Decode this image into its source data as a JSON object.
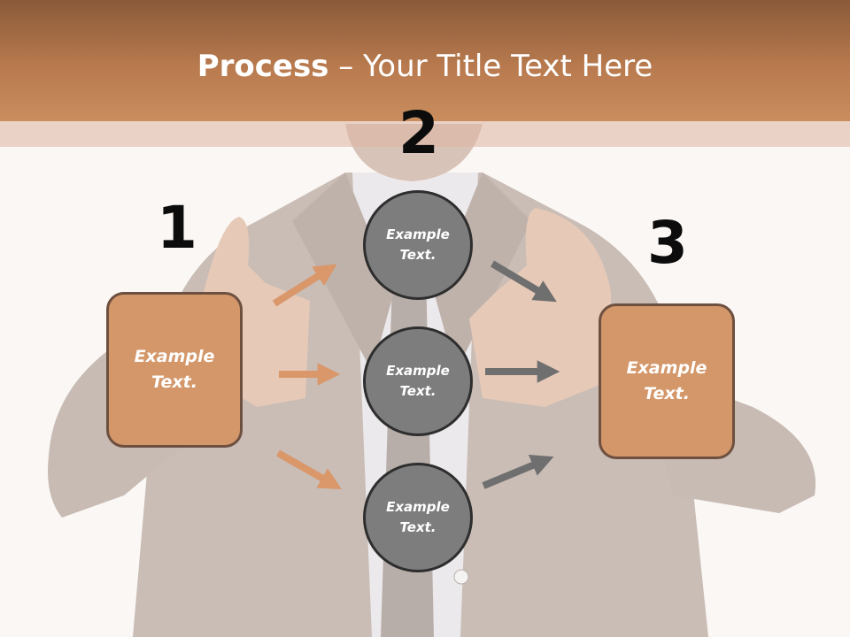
{
  "slide": {
    "title_bold": "Process",
    "title_rest": " – Your Title Text Here",
    "numbers": [
      "1",
      "2",
      "3"
    ],
    "box_left_text": "Example Text.",
    "box_right_text": "Example Text.",
    "circles": [
      {
        "text": "Example Text."
      },
      {
        "text": "Example Text."
      },
      {
        "text": "Example Text."
      }
    ]
  },
  "colors": {
    "header": "#b87a4e",
    "box_fill": "#d4976a",
    "box_border": "#6e5040",
    "circle_fill": "#7d7d7d",
    "orange_arrow": "#d9976a",
    "gray_arrow": "#6f6f6f",
    "background": "#fbf7f4"
  },
  "icons": {
    "background_image": "businessman-thumbs-up-photo"
  }
}
